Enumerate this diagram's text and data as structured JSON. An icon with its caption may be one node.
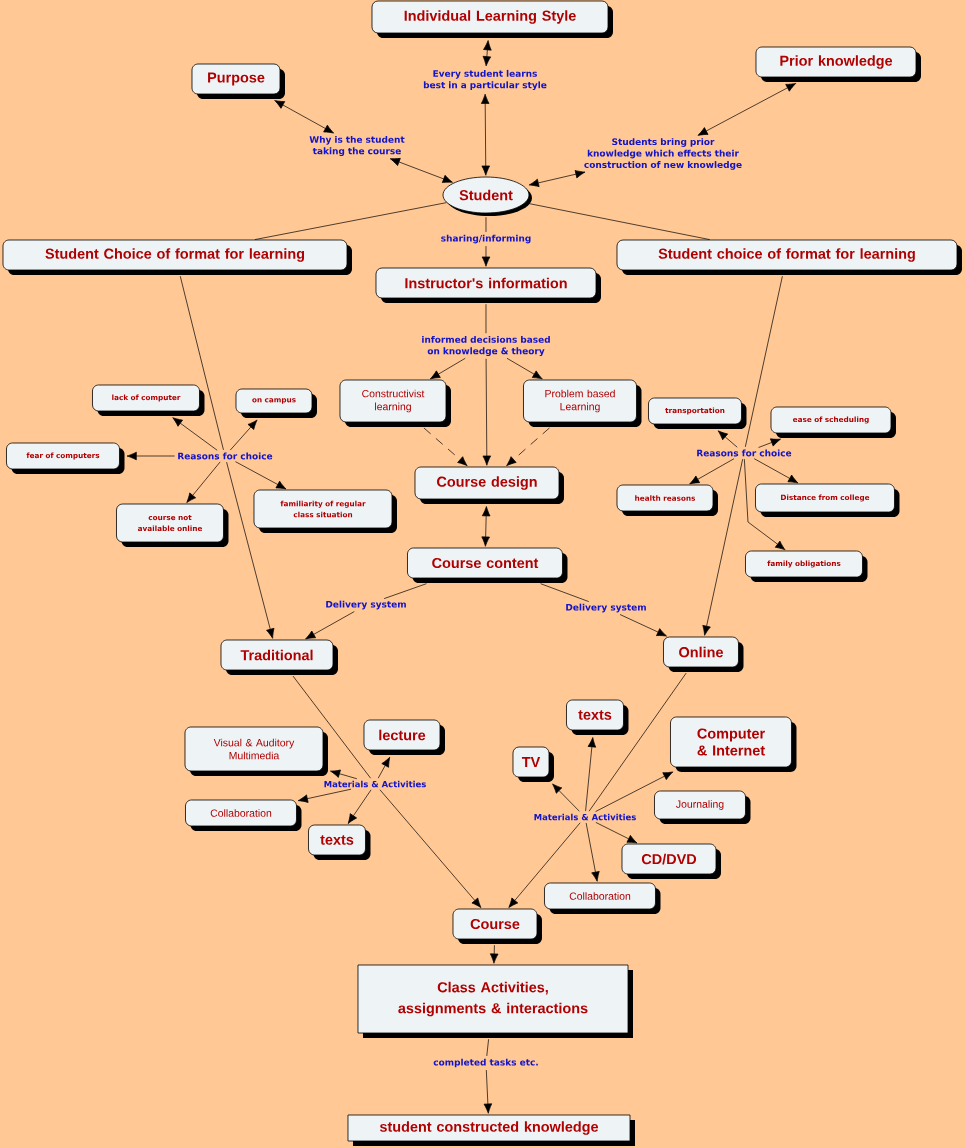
{
  "diagram": {
    "nodes": [
      {
        "text": [
          "Individual Learning Style"
        ]
      },
      {
        "text": [
          "Purpose"
        ]
      },
      {
        "text": [
          "Prior knowledge"
        ]
      },
      {
        "text": [
          "Every student learns best in a particular style"
        ]
      },
      {
        "text": [
          "Why is the student taking the course"
        ]
      },
      {
        "text": [
          "Students bring prior knowledge which effects their construction of new knowledge"
        ]
      },
      {
        "text": [
          "Student"
        ]
      },
      {
        "text": [
          "Student Choice of format for learning"
        ]
      },
      {
        "text": [
          "sharing/informing"
        ]
      },
      {
        "text": [
          "Student choice of format for learning"
        ]
      },
      {
        "text": [
          "Instructor's information"
        ]
      },
      {
        "text": [
          "informed decisions based on knowledge & theory"
        ]
      },
      {
        "text": [
          "Constructivist learning"
        ]
      },
      {
        "text": [
          "Problem based Learning"
        ]
      },
      {
        "text": [
          "Course design"
        ]
      },
      {
        "text": [
          "Course content"
        ]
      },
      {
        "text": [
          "Reasons for choice"
        ]
      },
      {
        "text": [
          "lack of computer"
        ]
      },
      {
        "text": [
          "on campus"
        ]
      },
      {
        "text": [
          "fear of computers"
        ]
      },
      {
        "text": [
          "course not available online"
        ]
      },
      {
        "text": [
          "familiarity of regular class situation"
        ]
      },
      {
        "text": [
          "Reasons for choice"
        ]
      },
      {
        "text": [
          "transportation"
        ]
      },
      {
        "text": [
          "ease of scheduling"
        ]
      },
      {
        "text": [
          "health reasons"
        ]
      },
      {
        "text": [
          "Distance from college"
        ]
      },
      {
        "text": [
          "family obligations"
        ]
      },
      {
        "text": [
          "Delivery system"
        ]
      },
      {
        "text": [
          "Delivery system"
        ]
      },
      {
        "text": [
          "Traditional"
        ]
      },
      {
        "text": [
          "Online"
        ]
      },
      {
        "text": [
          "Materials & Activities"
        ]
      },
      {
        "text": [
          "Visual & Auditory Multimedia"
        ]
      },
      {
        "text": [
          "lecture"
        ]
      },
      {
        "text": [
          "Collaboration"
        ]
      },
      {
        "text": [
          "texts"
        ]
      },
      {
        "text": [
          "texts"
        ]
      },
      {
        "text": [
          "TV"
        ]
      },
      {
        "text": [
          "Computer & Internet"
        ]
      },
      {
        "text": [
          "Journaling"
        ]
      },
      {
        "text": [
          "Materials & Activities"
        ]
      },
      {
        "text": [
          "CD/DVD"
        ]
      },
      {
        "text": [
          "Collaboration"
        ]
      },
      {
        "text": [
          "Course"
        ]
      },
      {
        "text": [
          "Class Activities, assignments & interactions"
        ]
      },
      {
        "text": [
          "completed tasks etc."
        ]
      },
      {
        "text": [
          "student constructed knowledge"
        ]
      }
    ],
    "edges": [
      {
        "from": 3,
        "to": 0,
        "arrow": "both"
      },
      {
        "from": 1,
        "to": 4,
        "arrow": "both"
      },
      {
        "from": 4,
        "to": 6,
        "arrow": "both"
      },
      {
        "from": 3,
        "to": 6,
        "arrow": "both"
      },
      {
        "from": 2,
        "to": 5,
        "arrow": "both"
      },
      {
        "from": 5,
        "to": 6,
        "arrow": "both"
      },
      {
        "from": 6,
        "to": 7,
        "arrow": "none"
      },
      {
        "from": 6,
        "to": 9,
        "arrow": "none"
      },
      {
        "from": 6,
        "to": 8,
        "arrow": "none"
      },
      {
        "from": 8,
        "to": 10,
        "arrow": "to"
      },
      {
        "from": 10,
        "to": 11,
        "arrow": "none"
      },
      {
        "from": 11,
        "to": 12,
        "arrow": "to"
      },
      {
        "from": 11,
        "to": 13,
        "arrow": "to"
      },
      {
        "from": 11,
        "to": 14,
        "arrow": "to"
      },
      {
        "from": 12,
        "to": 14,
        "arrow": "to",
        "style": "dashed"
      },
      {
        "from": 13,
        "to": 14,
        "arrow": "to",
        "style": "dashed"
      },
      {
        "from": 14,
        "to": 15,
        "arrow": "both"
      },
      {
        "from": 7,
        "to": 16,
        "arrow": "none"
      },
      {
        "from": 16,
        "to": 17,
        "arrow": "to"
      },
      {
        "from": 16,
        "to": 18,
        "arrow": "to"
      },
      {
        "from": 16,
        "to": 19,
        "arrow": "to"
      },
      {
        "from": 16,
        "to": 20,
        "arrow": "to"
      },
      {
        "from": 16,
        "to": 21,
        "arrow": "to"
      },
      {
        "from": 16,
        "to": 30,
        "arrow": "to"
      },
      {
        "from": 9,
        "to": 22,
        "arrow": "none"
      },
      {
        "from": 22,
        "to": 23,
        "arrow": "to"
      },
      {
        "from": 22,
        "to": 24,
        "arrow": "to"
      },
      {
        "from": 22,
        "to": 25,
        "arrow": "to"
      },
      {
        "from": 22,
        "to": 26,
        "arrow": "to"
      },
      {
        "from": 22,
        "to": 27,
        "arrow": "to"
      },
      {
        "from": 22,
        "to": 31,
        "arrow": "to"
      },
      {
        "from": 15,
        "to": 28,
        "arrow": "none"
      },
      {
        "from": 28,
        "to": 30,
        "arrow": "to"
      },
      {
        "from": 15,
        "to": 29,
        "arrow": "none"
      },
      {
        "from": 29,
        "to": 31,
        "arrow": "to"
      },
      {
        "from": 30,
        "to": 32,
        "arrow": "none"
      },
      {
        "from": 32,
        "to": 33,
        "arrow": "to"
      },
      {
        "from": 32,
        "to": 34,
        "arrow": "to"
      },
      {
        "from": 32,
        "to": 35,
        "arrow": "to"
      },
      {
        "from": 32,
        "to": 36,
        "arrow": "to"
      },
      {
        "from": 32,
        "to": 44,
        "arrow": "to"
      },
      {
        "from": 31,
        "to": 41,
        "arrow": "none"
      },
      {
        "from": 41,
        "to": 37,
        "arrow": "to"
      },
      {
        "from": 41,
        "to": 38,
        "arrow": "to"
      },
      {
        "from": 41,
        "to": 39,
        "arrow": "to"
      },
      {
        "from": 41,
        "to": 42,
        "arrow": "to"
      },
      {
        "from": 41,
        "to": 43,
        "arrow": "to"
      },
      {
        "from": 41,
        "to": 44,
        "arrow": "to"
      },
      {
        "from": 44,
        "to": 45,
        "arrow": "to"
      },
      {
        "from": 45,
        "to": 46,
        "arrow": "none"
      },
      {
        "from": 46,
        "to": 47,
        "arrow": "to"
      }
    ]
  }
}
